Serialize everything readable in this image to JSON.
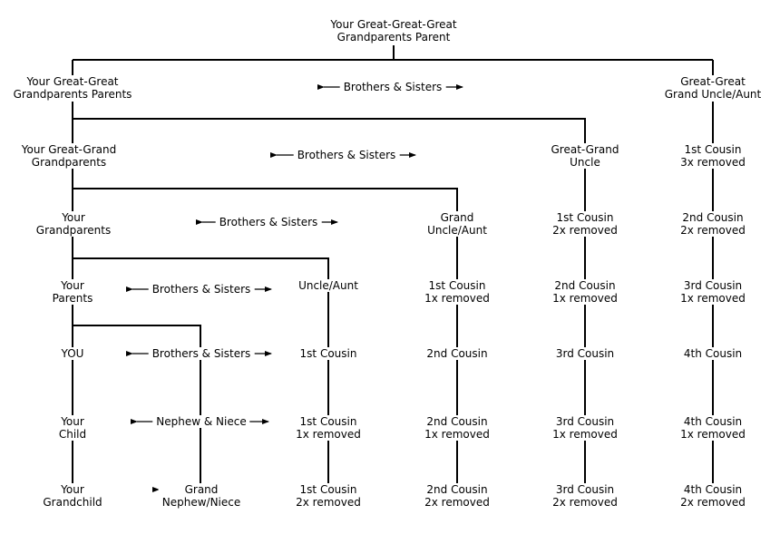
{
  "root": {
    "line1": "Your Great-Great-Great",
    "line2": "Grandparents Parent"
  },
  "ancestors": [
    {
      "line1": "Your Great-Great",
      "line2": "Grandparents Parents"
    },
    {
      "line1": "Your Great-Grand",
      "line2": "Grandparents"
    },
    {
      "line1": "Your",
      "line2": "Grandparents"
    },
    {
      "line1": "Your",
      "line2": "Parents"
    }
  ],
  "you": {
    "line1": "YOU"
  },
  "descendants": [
    {
      "line1": "Your",
      "line2": "Child"
    },
    {
      "line1": "Your",
      "line2": "Grandchild"
    }
  ],
  "sibling_labels": [
    {
      "line1": "Brothers & Sisters"
    },
    {
      "line1": "Brothers & Sisters"
    },
    {
      "line1": "Brothers & Sisters"
    },
    {
      "line1": "Brothers & Sisters"
    },
    {
      "line1": "Brothers & Sisters"
    },
    {
      "line1": "Nephew & Niece"
    },
    {
      "line1": "Grand",
      "line2": "Nephew/Niece"
    }
  ],
  "col_uncle": [
    {
      "line1": "Uncle/Aunt"
    },
    {
      "line1": "1st Cousin"
    },
    {
      "line1": "1st Cousin",
      "line2": "1x removed"
    },
    {
      "line1": "1st Cousin",
      "line2": "2x removed"
    }
  ],
  "col_grand_uncle": [
    {
      "line1": "Grand",
      "line2": "Uncle/Aunt"
    },
    {
      "line1": "1st Cousin",
      "line2": "1x removed"
    },
    {
      "line1": "2nd Cousin"
    },
    {
      "line1": "2nd Cousin",
      "line2": "1x removed"
    },
    {
      "line1": "2nd Cousin",
      "line2": "2x removed"
    }
  ],
  "col_great_grand_uncle": [
    {
      "line1": "Great-Grand",
      "line2": "Uncle"
    },
    {
      "line1": "1st Cousin",
      "line2": "2x removed"
    },
    {
      "line1": "2nd Cousin",
      "line2": "1x removed"
    },
    {
      "line1": "3rd Cousin"
    },
    {
      "line1": "3rd Cousin",
      "line2": "1x removed"
    },
    {
      "line1": "3rd Cousin",
      "line2": "2x removed"
    }
  ],
  "col_great_great_grand_uncle": [
    {
      "line1": "Great-Great",
      "line2": "Grand Uncle/Aunt"
    },
    {
      "line1": "1st Cousin",
      "line2": "3x removed"
    },
    {
      "line1": "2nd Cousin",
      "line2": "2x removed"
    },
    {
      "line1": "3rd Cousin",
      "line2": "1x removed"
    },
    {
      "line1": "4th Cousin"
    },
    {
      "line1": "4th Cousin",
      "line2": "1x removed"
    },
    {
      "line1": "4th Cousin",
      "line2": "2x removed"
    }
  ]
}
